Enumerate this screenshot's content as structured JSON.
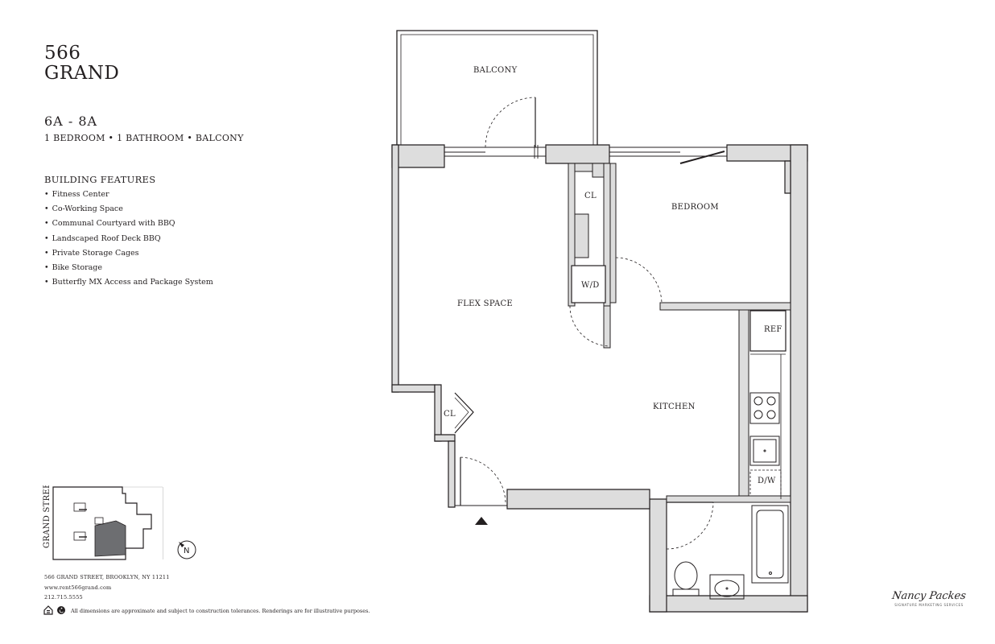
{
  "building": {
    "line1": "566",
    "line2": "GRAND"
  },
  "unit": "6A - 8A",
  "unit_desc": "1 BEDROOM • 1 BATHROOM • BALCONY",
  "features": {
    "heading": "BUILDING FEATURES",
    "items": [
      "Fitness Center",
      "Co-Working Space",
      "Communal Courtyard with BBQ",
      "Landscaped Roof Deck BBQ",
      "Private Storage Cages",
      "Bike Storage",
      "Butterfly MX Access and Package System"
    ]
  },
  "keyplan": {
    "street": "GRAND STREET",
    "compass": "N"
  },
  "footer": {
    "address": "566 GRAND STREET,  BROOKLYN, NY 11211",
    "website": "www.rent566grand.com",
    "phone": "212.715.5555",
    "disclaimer": "All dimensions are approximate and subject to construction tolerances. Renderings are for illustrative purposes."
  },
  "rooms": {
    "balcony": "BALCONY",
    "flex": "FLEX SPACE",
    "bedroom": "BEDROOM",
    "kitchen": "KITCHEN",
    "closet": "CL",
    "washer_dryer": "W/D",
    "ref": "REF",
    "dishwasher": "D/W"
  },
  "logo": {
    "script": "Nancy Packes",
    "sub": "SIGNATURE   MARKETING SERVICES"
  },
  "colors": {
    "wall_fill": "#dddddd",
    "line": "#231f20"
  }
}
